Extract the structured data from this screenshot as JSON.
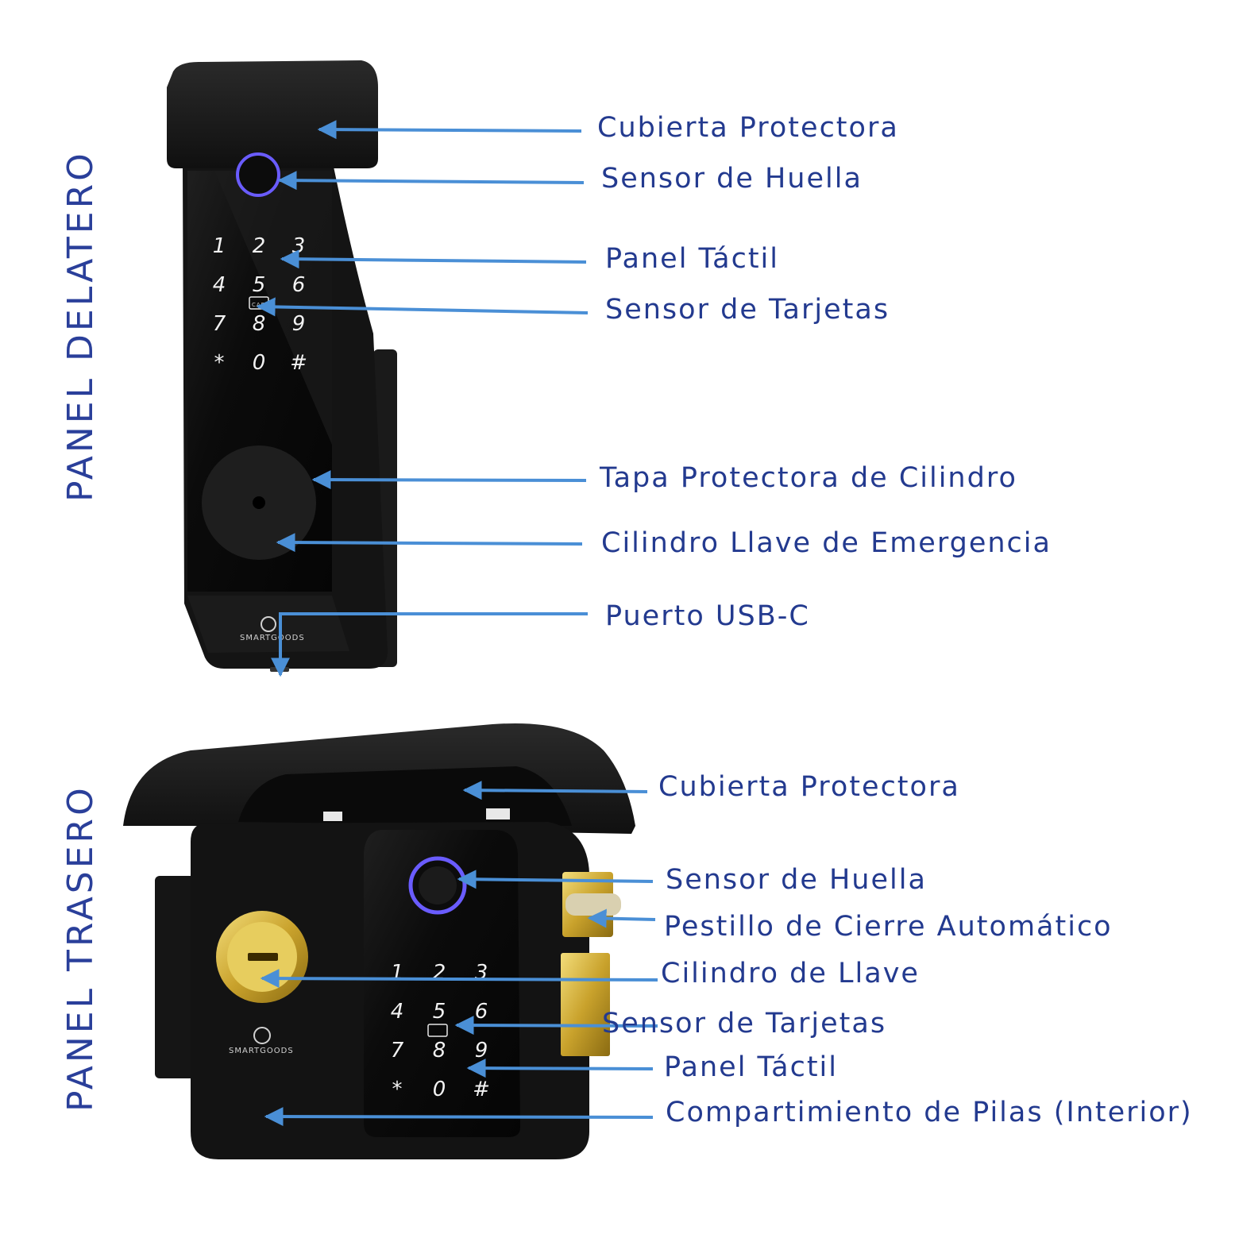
{
  "sections": {
    "front": "PANEL DELATERO",
    "back": "PANEL TRASERO"
  },
  "front_keypad": [
    "1",
    "2",
    "3",
    "4",
    "5",
    "6",
    "7",
    "8",
    "9",
    "*",
    "0",
    "#"
  ],
  "back_keypad": [
    "1",
    "2",
    "3",
    "4",
    "5",
    "6",
    "7",
    "8",
    "9",
    "*",
    "0",
    "#"
  ],
  "card_badge": "CARD",
  "brand": "SMARTGOODS",
  "front_callouts": [
    {
      "id": "cubierta-protectora",
      "text": "Cubierta Protectora"
    },
    {
      "id": "sensor-huella",
      "text": "Sensor de Huella"
    },
    {
      "id": "panel-tactil",
      "text": "Panel Táctil"
    },
    {
      "id": "sensor-tarjetas",
      "text": "Sensor de Tarjetas"
    },
    {
      "id": "tapa-cilindro",
      "text": "Tapa Protectora de Cilindro"
    },
    {
      "id": "cilindro-emergencia",
      "text": "Cilindro Llave de Emergencia"
    },
    {
      "id": "puerto-usbc",
      "text": "Puerto USB-C"
    }
  ],
  "back_callouts": [
    {
      "id": "cubierta-protectora",
      "text": "Cubierta Protectora"
    },
    {
      "id": "sensor-huella",
      "text": "Sensor de Huella"
    },
    {
      "id": "pestillo",
      "text": "Pestillo de Cierre Automático"
    },
    {
      "id": "cilindro-llave",
      "text": "Cilindro de Llave"
    },
    {
      "id": "sensor-tarjetas",
      "text": "Sensor de Tarjetas"
    },
    {
      "id": "panel-tactil",
      "text": "Panel Táctil"
    },
    {
      "id": "compartimiento-pilas",
      "text": "Compartimiento de Pilas (Interior)"
    }
  ],
  "colors": {
    "arrow": "#4a8fd6",
    "label": "#233a8f",
    "device": "#151515",
    "brass": "#d8b43a",
    "fingerprint_ring": "#6a5cff"
  }
}
